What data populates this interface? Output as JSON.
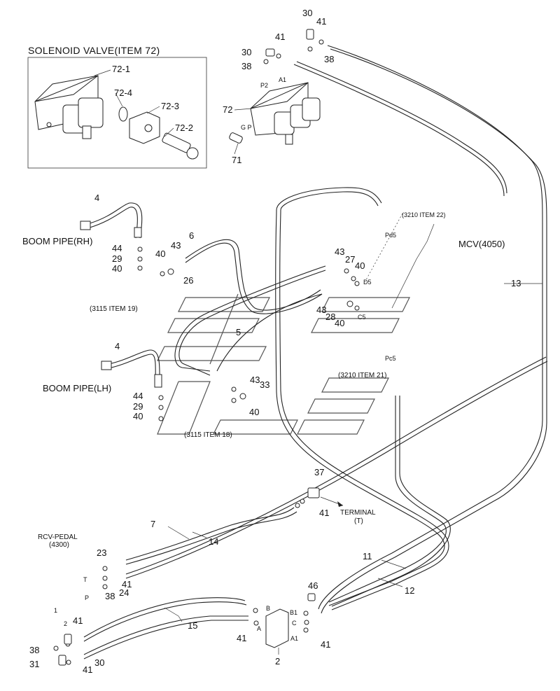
{
  "title": "SOLENOID VALVE(ITEM 72)",
  "labels": {
    "i72_1": "72-1",
    "i72_4": "72-4",
    "i72_3": "72-3",
    "i72_2": "72-2",
    "n30a": "30",
    "n41a": "41",
    "n38a": "38",
    "n41b": "41",
    "n30b": "30",
    "n38b": "38",
    "p2": "P2",
    "a1": "A1",
    "n72": "72",
    "gp": "G P",
    "n71": "71",
    "n4a": "4",
    "boomrh": "BOOM PIPE(RH)",
    "n44a": "44",
    "n29a": "29",
    "n40a": "40",
    "n6": "6",
    "n43a": "43",
    "n40b": "40",
    "n26": "26",
    "ref3210_22": "(3210 ITEM 22)",
    "pd5": "Pd5",
    "mcv": "MCV(4050)",
    "n43b": "43",
    "n27": "27",
    "n40c": "40",
    "d5": "D5",
    "n13": "13",
    "ref3115_19": "(3115 ITEM 19)",
    "n43c": "43",
    "n28": "28",
    "n40d": "40",
    "c5": "C5",
    "n5": "5",
    "n4b": "4",
    "boomlh": "BOOM PIPE(LH)",
    "pc5": "Pc5",
    "n43d": "43",
    "n33": "33",
    "ref3210_21": "(3210 ITEM 21)",
    "n44b": "44",
    "n29b": "29",
    "n40e": "40",
    "n40f": "40",
    "ref3115_18": "(3115 ITEM 18)",
    "n37": "37",
    "n41c": "41",
    "terminal": "TERMINAL",
    "terminal_t": "(T)",
    "n7": "7",
    "n14": "14",
    "rcv": "RCV-PEDAL",
    "rcv_num": "(4300)",
    "n23": "23",
    "t": "T",
    "n41d": "41",
    "p": "P",
    "n38c": "38",
    "n24": "24",
    "n11": "11",
    "n12": "12",
    "n46": "46",
    "b": "B",
    "b1": "B1",
    "c": "C",
    "a": "A",
    "a1b": "A1",
    "n15": "15",
    "n41e": "41",
    "n41f": "41",
    "h1": "1",
    "h2": "2",
    "n41g": "41",
    "n38d": "38",
    "n31": "31",
    "n30c": "30",
    "n41h": "41",
    "n2": "2"
  }
}
